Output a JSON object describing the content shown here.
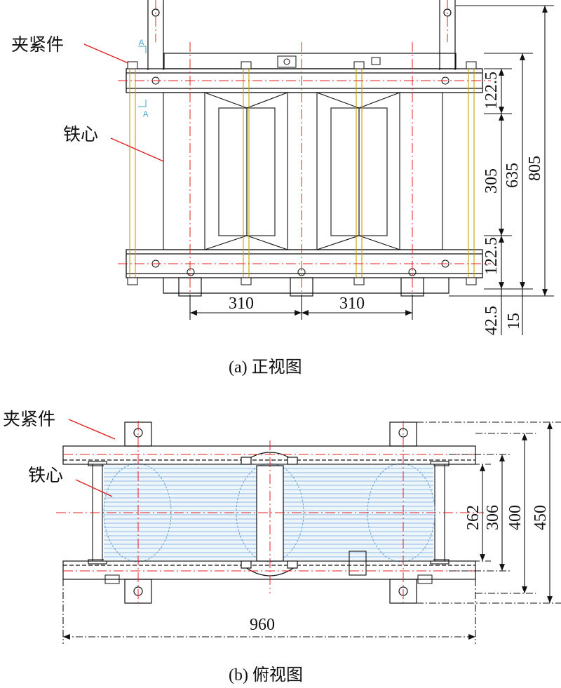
{
  "front_view": {
    "caption": "(a) 正视图",
    "label_clamp": "夹紧件",
    "label_core": "铁心",
    "section_mark": "A",
    "dims": {
      "bolt_spacing_left": "310",
      "bolt_spacing_right": "310",
      "top_yoke": "122.5",
      "window": "305",
      "bottom_yoke": "122.5",
      "core_height": "635",
      "total_height": "805",
      "base_offset": "42.5",
      "foot_height": "15"
    }
  },
  "top_view": {
    "caption": "(b) 俯视图",
    "label_clamp": "夹紧件",
    "label_core": "铁心",
    "dims": {
      "length": "960",
      "core_width": "262",
      "clamp_inner": "306",
      "clamp_outer": "400",
      "overall_width": "450"
    }
  },
  "colors": {
    "line": "#111111",
    "centerline": "#e02020",
    "leader": "#e02020",
    "hatch": "#6fa8dc",
    "clamp_fill": "#d8e8f0",
    "bolt": "#c8a000"
  }
}
